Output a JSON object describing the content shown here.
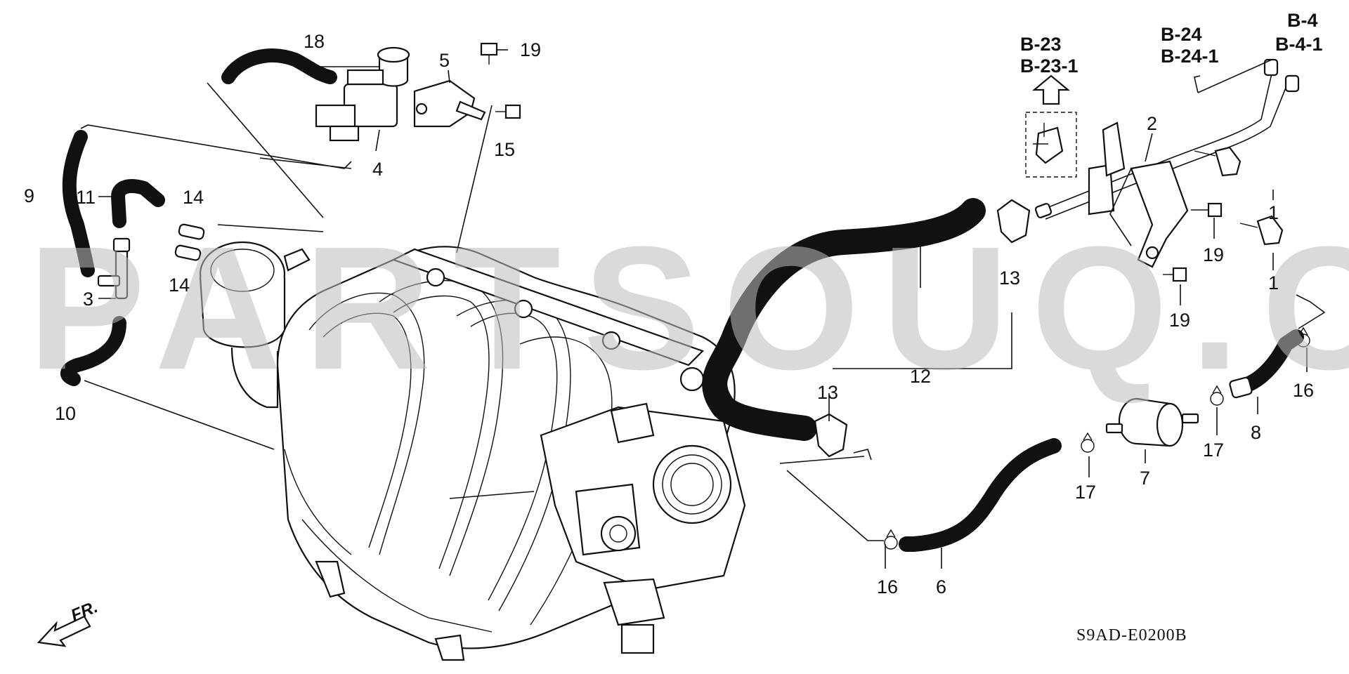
{
  "watermark": "PARTSOUQ.COM",
  "diagram_code": "S9AD-E0200B",
  "front_marker": "FR.",
  "callouts": [
    {
      "id": "c1a",
      "text": "1"
    },
    {
      "id": "c1b",
      "text": "1"
    },
    {
      "id": "c2",
      "text": "2"
    },
    {
      "id": "c3",
      "text": "3"
    },
    {
      "id": "c4",
      "text": "4"
    },
    {
      "id": "c5",
      "text": "5"
    },
    {
      "id": "c6",
      "text": "6"
    },
    {
      "id": "c7",
      "text": "7"
    },
    {
      "id": "c8",
      "text": "8"
    },
    {
      "id": "c9",
      "text": "9"
    },
    {
      "id": "c10",
      "text": "10"
    },
    {
      "id": "c11",
      "text": "11"
    },
    {
      "id": "c12",
      "text": "12"
    },
    {
      "id": "c13a",
      "text": "13"
    },
    {
      "id": "c13b",
      "text": "13"
    },
    {
      "id": "c14a",
      "text": "14"
    },
    {
      "id": "c14b",
      "text": "14"
    },
    {
      "id": "c15",
      "text": "15"
    },
    {
      "id": "c16a",
      "text": "16"
    },
    {
      "id": "c16b",
      "text": "16"
    },
    {
      "id": "c17a",
      "text": "17"
    },
    {
      "id": "c17b",
      "text": "17"
    },
    {
      "id": "c18",
      "text": "18"
    },
    {
      "id": "c19a",
      "text": "19"
    },
    {
      "id": "c19b",
      "text": "19"
    },
    {
      "id": "c19c",
      "text": "19"
    }
  ],
  "section_refs": {
    "b23": [
      "B-23",
      "B-23-1"
    ],
    "b24": [
      "B-24",
      "B-24-1"
    ],
    "b4": [
      "B-4",
      "B-4-1"
    ]
  }
}
